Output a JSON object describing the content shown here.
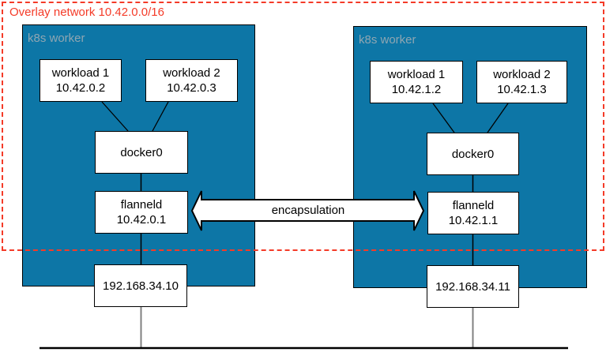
{
  "diagram": {
    "overlay_title": "Overlay network 10.42.0.0/16",
    "arrow_label": "encapsulation"
  },
  "workers": [
    {
      "label": "k8s worker",
      "workload1_name": "workload 1",
      "workload1_ip": "10.42.0.2",
      "workload2_name": "workload 2",
      "workload2_ip": "10.42.0.3",
      "bridge": "docker0",
      "flanneld_name": "flanneld",
      "flanneld_ip": "10.42.0.1",
      "host_ip": "192.168.34.10"
    },
    {
      "label": "k8s worker",
      "workload1_name": "workload 1",
      "workload1_ip": "10.42.1.2",
      "workload2_name": "workload 2",
      "workload2_ip": "10.42.1.3",
      "bridge": "docker0",
      "flanneld_name": "flanneld",
      "flanneld_ip": "10.42.1.1",
      "host_ip": "192.168.34.11"
    }
  ],
  "colors": {
    "worker_fill": "#0d76a6",
    "overlay_border_red": "#f43b28",
    "worker_label_gray": "#8fa6b2",
    "box_border": "#000000",
    "connector_gray": "#808080",
    "bus_line": "#000000"
  }
}
